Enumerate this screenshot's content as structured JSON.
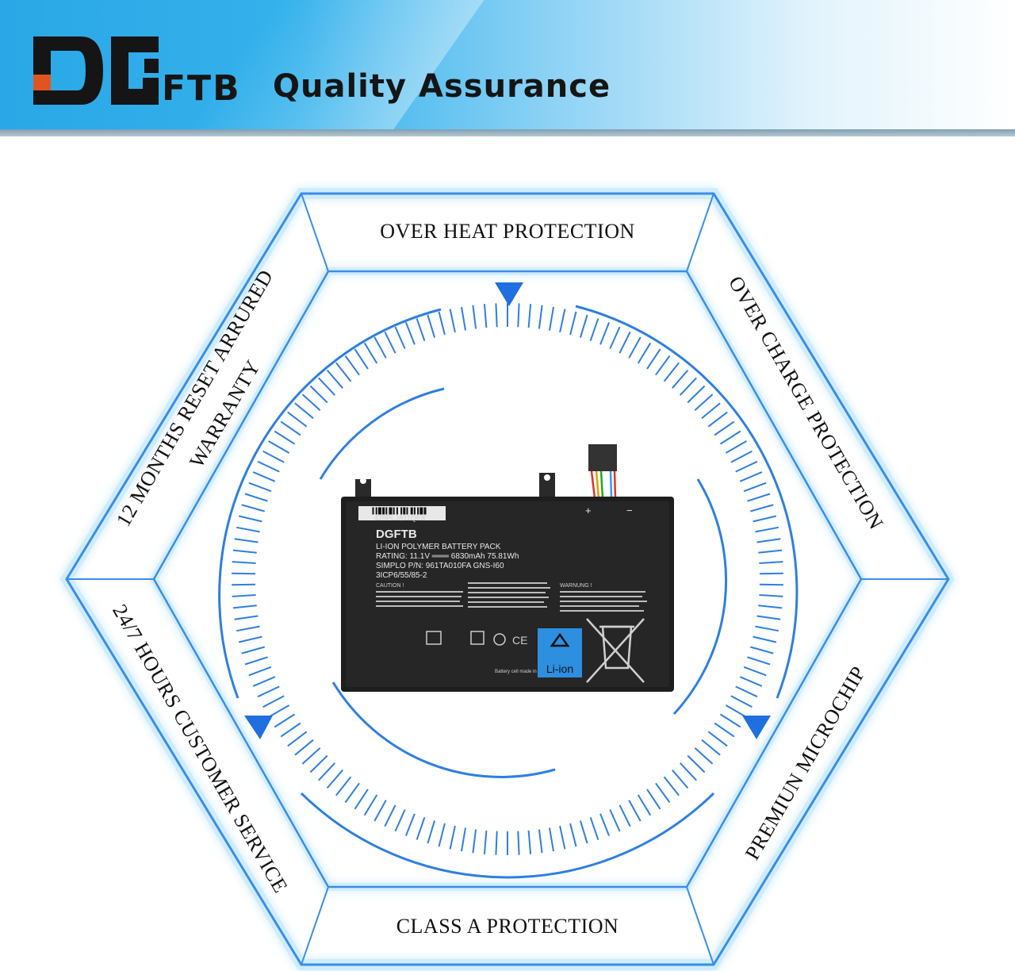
{
  "banner": {
    "logo_letters": "DG",
    "logo_suffix": "FTB",
    "title": "Quality Assurance"
  },
  "features": {
    "top": "OVER HEAT PROTECTION",
    "top_right": "OVER CHARGE PROTECTION",
    "bottom_right": "PREMIUN MICROCHIP",
    "bottom": "CLASS A PROTECTION",
    "bottom_left": "24/7 HOURS CUSTOMER SERVICE",
    "top_left_line1": "12 MONTHS RESET ARRURED",
    "top_left_line2": "WARRANTY"
  },
  "battery": {
    "barcode_text": "428PLJA11QEX",
    "brand": "DGFTB",
    "type": "LI-ION POLYMER BATTERY PACK",
    "rating": "RATING: 11.1V ═══ 6830mAh  75.81Wh",
    "part_number": "SIMPLO P/N: 961TA010FA    GNS-I60",
    "cell_config": "3ICP6/55/85-2",
    "caution": "CAUTION !",
    "warning": "WARNUNG !",
    "plus": "+",
    "minus": "−",
    "liion_badge": "Li-ion",
    "origin": "Battery cell made in China"
  },
  "colors": {
    "accent": "#1f6fe0",
    "hex_line": "#3a8ee6",
    "glow": "#8fd0ff",
    "banner_blue": "#2aa7e6"
  }
}
